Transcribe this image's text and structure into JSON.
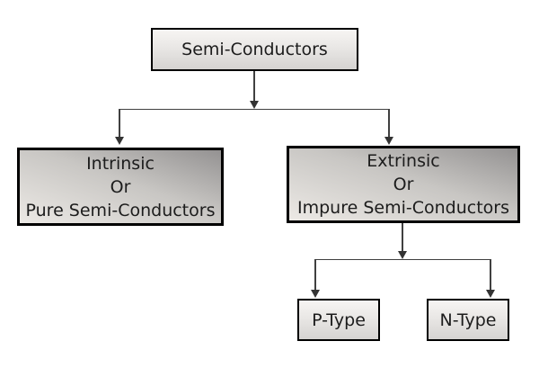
{
  "nodes": {
    "root": {
      "label": "Semi-Conductors"
    },
    "intrinsic": {
      "lines": [
        "Intrinsic",
        "Or",
        "Pure Semi-Conductors"
      ]
    },
    "extrinsic": {
      "lines": [
        "Extrinsic",
        "Or",
        "Impure Semi-Conductors"
      ]
    },
    "p_type": {
      "label": "P-Type"
    },
    "n_type": {
      "label": "N-Type"
    }
  },
  "edges": [
    {
      "from": "Semi-Conductors",
      "to": "Intrinsic Or Pure Semi-Conductors"
    },
    {
      "from": "Semi-Conductors",
      "to": "Extrinsic Or Impure Semi-Conductors"
    },
    {
      "from": "Extrinsic Or Impure Semi-Conductors",
      "to": "P-Type"
    },
    {
      "from": "Extrinsic Or Impure Semi-Conductors",
      "to": "N-Type"
    }
  ],
  "colors": {
    "background": "#ffffff",
    "node_border": "#000000",
    "connector": "#404040",
    "arrowhead": "#333333",
    "text": "#1c1c1c",
    "light_box_gradient_top": "#f7f5f3",
    "light_box_gradient_bottom": "#d5d3d1",
    "dark_box_gradient_light": "#ece9e5",
    "dark_box_gradient_dark": "#949292"
  }
}
